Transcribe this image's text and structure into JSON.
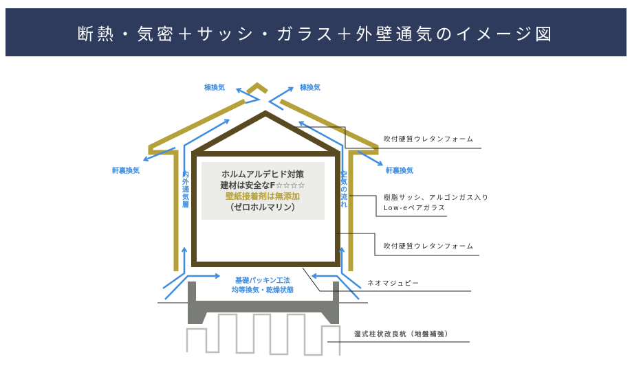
{
  "header": {
    "title": "断熱・気密＋サッシ・ガラス＋外壁通気のイメージ図"
  },
  "colors": {
    "header_bg": "#2e3b5c",
    "outer_wall": "#b5a03a",
    "inner_frame": "#5a4a22",
    "air_flow": "#3f8de0",
    "foundation": "#7a7c78"
  },
  "airflow_labels": {
    "ridge_left": "棟換気",
    "ridge_right": "棟換気",
    "eave_left": "軒裏換気",
    "eave_right": "軒裏換気",
    "inner_outer_layer": "内外通気層",
    "air_flow": "空気の流れ",
    "base_line1": "基礎パッキン工法",
    "base_line2": "均等換気・乾燥状態"
  },
  "center_box": {
    "line1": "ホルムアルデヒド対策",
    "line2": "建材は安全なF☆☆☆☆",
    "line3": "壁紙接着剤は無添加",
    "line4": "（ゼロホルマリン）"
  },
  "callouts": {
    "roof_insulation": "吹付硬質ウレタンフォーム",
    "sash_line1": "樹脂サッシ、アルゴンガス入り",
    "sash_line2": "Low-eペアガラス",
    "wall_insulation": "吹付硬質ウレタンフォーム",
    "floor_insulation": "ネオマジュピー",
    "piles": "湿式柱状改良杭（地盤補強）"
  }
}
